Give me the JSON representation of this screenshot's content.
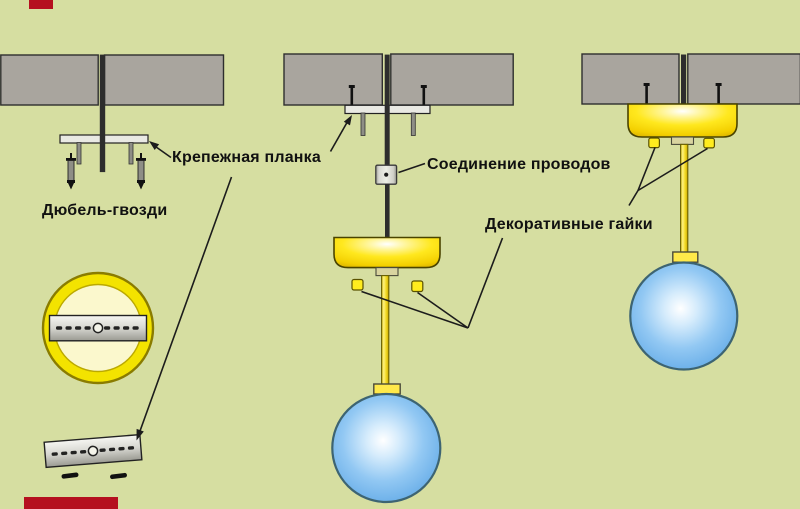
{
  "diagram": {
    "labels": {
      "mounting_plate": "Крепежная планка",
      "dowel_nails": "Дюбель-гвозди",
      "wire_connection": "Соединение проводов",
      "decorative_nuts": "Декоративные гайки"
    },
    "colors": {
      "background": "#d6dea1",
      "ceiling": "#a9a59e",
      "plate": "#e9e9e3",
      "pin_gray": "#8e8e86",
      "rod_dark": "#2d2d2d",
      "canopy_yellow": "#ffe81e",
      "ring_yellow": "#f3e300",
      "ring_inner": "#fbf8cd",
      "globe_blue": "#6cb0e9",
      "nut_yellow": "#ffec1e",
      "annotation": "#1c1c1c",
      "red_mark": "#b5101f"
    }
  }
}
